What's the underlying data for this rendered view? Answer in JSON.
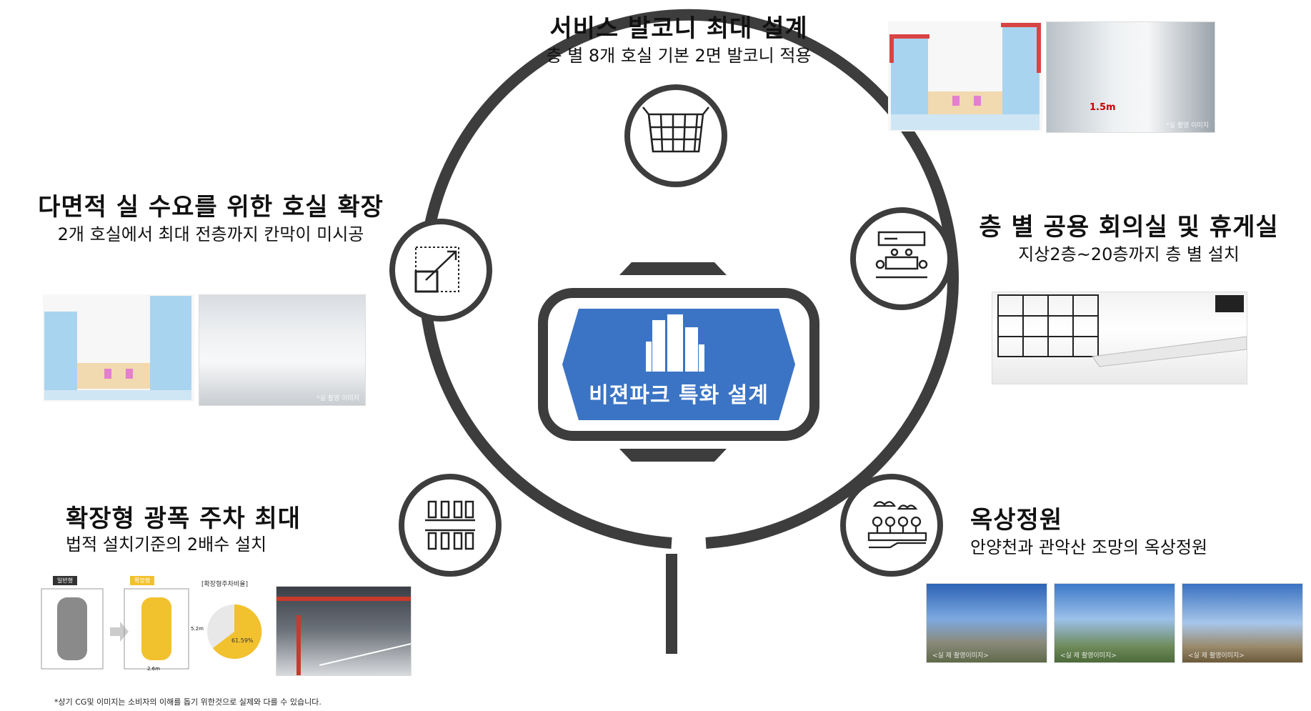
{
  "center": {
    "label": "비젼파크 특화 설계"
  },
  "sections": {
    "top": {
      "title": "서비스 발코니 최대 설계",
      "subtitle": "층 별 8개 호실 기본 2면 발코니 적용"
    },
    "left_upper": {
      "title": "다면적 실 수요를 위한 호실 확장",
      "subtitle": "2개 호실에서 최대 전층까지 칸막이 미시공"
    },
    "right_upper": {
      "title": "층 별 공용 회의실 및 휴게실",
      "subtitle": "지상2층~20층까지 층 별 설치"
    },
    "left_lower": {
      "title": "확장형 광폭 주차 최대",
      "subtitle": "법적 설치기준의 2배수 설치"
    },
    "right_lower": {
      "title": "옥상정원",
      "subtitle": "안양천과 관악산 조망의 옥상정원"
    }
  },
  "images": {
    "corridor_measure": "1.5m",
    "parking_labels": {
      "normal": "일반형",
      "wide": "확장형",
      "ratio_title": "[확장형주차비율]",
      "ratio_value": "61.59%",
      "dim_a": "5.2m",
      "dim_b": "2.6m"
    },
    "captions": [
      "*실 촬영 이미지",
      "*실 촬영 이미지",
      "<실 제 촬영이미지>",
      "<실 제 촬영이미지>",
      "<실 제 촬영이미지>"
    ]
  },
  "icons": [
    "balcony-grid-icon",
    "expand-room-icon",
    "meeting-room-icon",
    "parking-icon",
    "rooftop-garden-icon",
    "building-icon"
  ],
  "colors": {
    "ring": "#3d3d3d",
    "center_fill": "#3b74c4",
    "accent_yellow": "#f2c12e"
  },
  "footnote": "*상기 CG및 이미지는 소비자의 이해를 돕기 위한것으로 실제와 다를 수 있습니다."
}
